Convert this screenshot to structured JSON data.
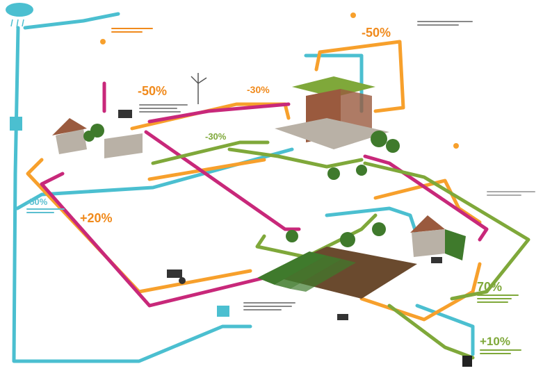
{
  "colors": {
    "water": "#4bbfd0",
    "energy": "#f7a02c",
    "waste": "#c8287a",
    "food": "#7fa83a",
    "soil": "#6a4a2e",
    "crop": "#3f7a2c",
    "building": "#b9b1a6",
    "brick": "#9a5a3e",
    "text_orange": "#f08a1c",
    "text_blue": "#5bbfd0",
    "text_green": "#7fa83a"
  },
  "percentages": {
    "top_right": "-50%",
    "left_center": "-50%",
    "center": "-30%",
    "mid_left_green": "-30%",
    "far_left_blue": "-50%",
    "left_lower_orange": "+20%",
    "right_lower_green": "70%",
    "bottom_right_green": "+10%"
  },
  "icons": {
    "rain_cloud": "rain-cloud-icon",
    "sun": "sun-icon",
    "wind_turbine": "wind-turbine-icon",
    "solar_panel": "solar-panel-icon",
    "tractor": "tractor-icon",
    "cow": "cow-icon",
    "waste_bin": "waste-bin-icon",
    "drainage": "drainage-icon"
  }
}
